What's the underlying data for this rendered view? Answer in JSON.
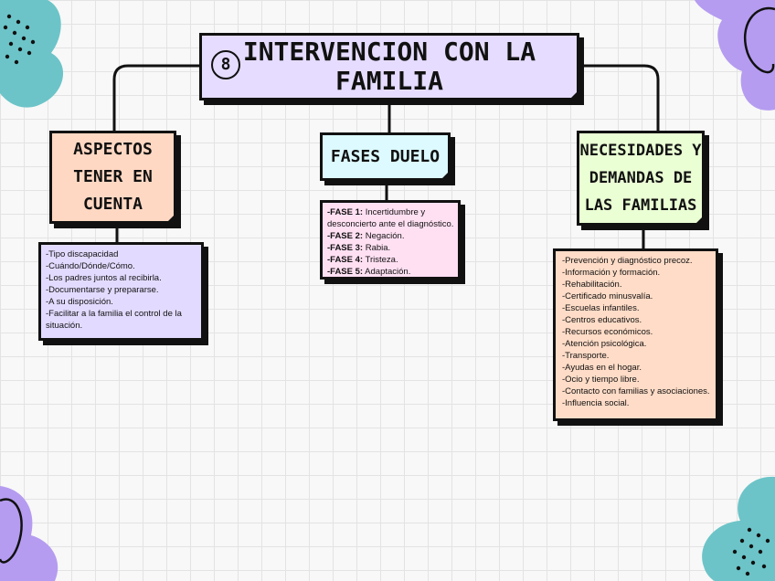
{
  "title": {
    "number": "8",
    "text": "INTERVENCION CON LA\nFAMILIA"
  },
  "branches": {
    "aspectos": {
      "heading": "ASPECTOS\nTENER EN\nCUENTA",
      "items": [
        "-Tipo discapacidad",
        "-Cuándo/Dónde/Cómo.",
        "-Los padres juntos al recibirla.",
        "-Documentarse y prepararse.",
        "-A su disposición.",
        "-Facilitar a la familia el control de la situación."
      ]
    },
    "fases": {
      "heading": "FASES DUELO",
      "items": [
        {
          "label": "-FASE 1:",
          "text": " Incertidumbre y"
        },
        {
          "label": "",
          "text": "desconcierto ante el diagnóstico."
        },
        {
          "label": "-FASE 2:",
          "text": " Negación."
        },
        {
          "label": "-FASE 3:",
          "text": " Rabia."
        },
        {
          "label": "-FASE 4:",
          "text": " Tristeza."
        },
        {
          "label": "-FASE 5:",
          "text": " Adaptación."
        }
      ]
    },
    "necesidades": {
      "heading": "NECESIDADES Y\nDEMANDAS DE\nLAS FAMILIAS",
      "items": [
        "-Prevención y diagnóstico precoz.",
        "-Información y formación.",
        "-Rehabilitación.",
        "-Certificado minusvalía.",
        "-Escuelas infantiles.",
        "-Centros educativos.",
        "-Recursos económicos.",
        "-Atención psicológica.",
        "-Transporte.",
        "-Ayudas en el hogar.",
        "-Ocio y tiempo libre.",
        "-Contacto con familias y asociaciones.",
        "-Influencia social."
      ]
    }
  },
  "colors": {
    "title_bg": "#e6dcff",
    "aspectos_bg": "#ffd8c3",
    "fases_bg": "#dcfaff",
    "necesidades_bg": "#eaffd4",
    "teal_blob": "#6cc4c8",
    "lilac_blob": "#b59cf0"
  }
}
